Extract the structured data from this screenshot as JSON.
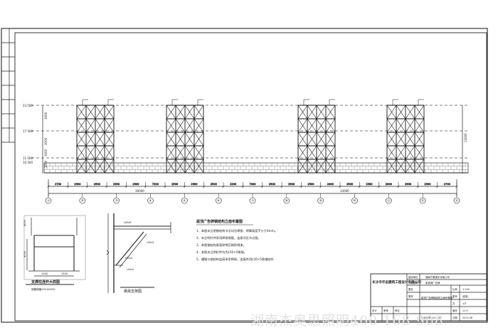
{
  "elevation": {
    "level_labels": [
      "23.500",
      "17.500",
      "11.500",
      "10.500"
    ],
    "vertical_dims": [
      "3000",
      "3000",
      "3000",
      "1000"
    ],
    "overall_height": "13000",
    "bay_dims": [
      "2700",
      "2500",
      "2500",
      "2500",
      "2500",
      "7200",
      "2500",
      "2500",
      "2500",
      "2200",
      "7000",
      "2500",
      "2500",
      "2500",
      "2400",
      "2500",
      "2500",
      "2000",
      "2500",
      "2500",
      "2700"
    ],
    "overall_dims": [
      "30000",
      "33000"
    ],
    "axis_labels": [
      "①",
      "②",
      "③",
      "④",
      "⑤",
      "⑥",
      "⑦",
      "⑧",
      "⑨",
      "⑩",
      "⑪",
      "⑫",
      "⑬"
    ]
  },
  "notes": {
    "title": "屋顶广告牌钢结构立面布置图",
    "items": [
      "1、本图未注明钢结构节点均为焊接，焊脚高度不小于6mm。",
      "2、未注明杆件采用焊接钢管，连接详见节点图。",
      "3、本图钢结构表面除锈后刷防锈漆。",
      "4、本图未注明杆件均为L50×5角钢。",
      "5、槽钢与钢结构连接采用焊接，连接件用L50×5角钢制作"
    ]
  },
  "col_detail": {
    "title": "支撑柱连杆大样图",
    "subtitle": "钢管规格GX100X50",
    "dims": [
      "1500",
      "1500"
    ],
    "height_dims": [
      "4000",
      "4000"
    ]
  },
  "bracket_detail": {
    "title": "悬挑支架图",
    "labels": [
      "L63x6",
      "L50x5",
      "L50x5",
      "L50x5"
    ]
  },
  "title_block": {
    "company": "长沙市华运建筑工程设计有限公司",
    "row1_label": "建设单位",
    "row1_value": "湖南芒果娱乐传媒公司",
    "row2_label": "工程名称",
    "row2_value": "影视城广告牌",
    "drawing_label": "图名",
    "drawing_title": "屋顶广告牌钢结构立面布置图",
    "sheet_label": "图号",
    "sheet_value": "结施1",
    "scale_label": "比例",
    "scale_value": "1:100",
    "page_label": "共",
    "page_value": "1/3",
    "code_label": "编号",
    "code_value": "11.9",
    "date_label": "日期",
    "date_value": "2013.08",
    "designer_label": "设计",
    "checker_label": "审核",
    "approver_label": "审定",
    "project_no": "项目编号2013.1B"
  },
  "watermark": "湖南杰奥思照明400 168 908"
}
